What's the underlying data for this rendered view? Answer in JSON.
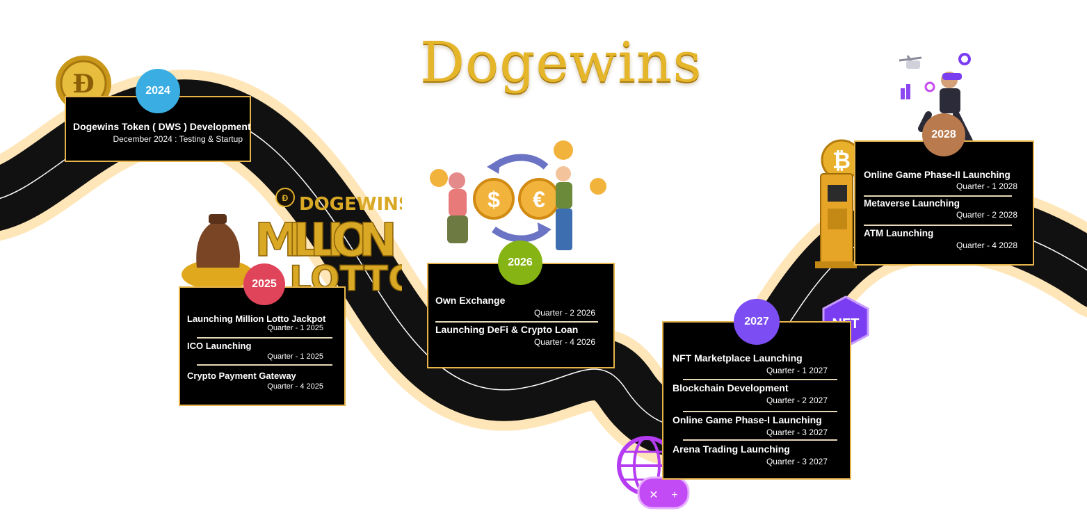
{
  "brand": {
    "logo_text": "Dogewins",
    "lotto_brand": "DOGEWINS",
    "lotto_line1": "MILLION",
    "lotto_line2": "LOTTO",
    "nft_badge": "NFT"
  },
  "colors": {
    "road": "#111111",
    "road_edge": "#ffe6b8",
    "box_border": "#e6b44a",
    "gold": "#e5b62a"
  },
  "milestones": [
    {
      "year": "2024",
      "color": "#3aaee3",
      "items": [
        {
          "title": "Dogewins Token ( DWS ) Development",
          "date": "December 2024 : Testing & Startup"
        }
      ]
    },
    {
      "year": "2025",
      "color": "#e0445a",
      "items": [
        {
          "title": "Launching Million Lotto Jackpot",
          "date": "Quarter - 1 2025"
        },
        {
          "title": "ICO Launching",
          "date": "Quarter - 1 2025"
        },
        {
          "title": "Crypto Payment Gateway",
          "date": "Quarter - 4 2025"
        }
      ]
    },
    {
      "year": "2026",
      "color": "#86b414",
      "items": [
        {
          "title": "Own Exchange",
          "date": "Quarter - 2 2026"
        },
        {
          "title": "Launching DeFi & Crypto Loan",
          "date": "Quarter - 4 2026"
        }
      ]
    },
    {
      "year": "2027",
      "color": "#7b4df2",
      "items": [
        {
          "title": "NFT Marketplace Launching",
          "date": "Quarter - 1 2027"
        },
        {
          "title": "Blockchain Development",
          "date": "Quarter - 2 2027"
        },
        {
          "title": "Online Game Phase-I Launching",
          "date": "Quarter - 3 2027"
        },
        {
          "title": "Arena Trading Launching",
          "date": "Quarter - 3 2027"
        }
      ]
    },
    {
      "year": "2028",
      "color": "#b97a4e",
      "items": [
        {
          "title": "Online Game Phase-II Launching",
          "date": "Quarter - 1 2028"
        },
        {
          "title": "Metaverse Launching",
          "date": "Quarter - 2 2028"
        },
        {
          "title": "ATM Launching",
          "date": "Quarter - 4 2028"
        }
      ]
    }
  ]
}
